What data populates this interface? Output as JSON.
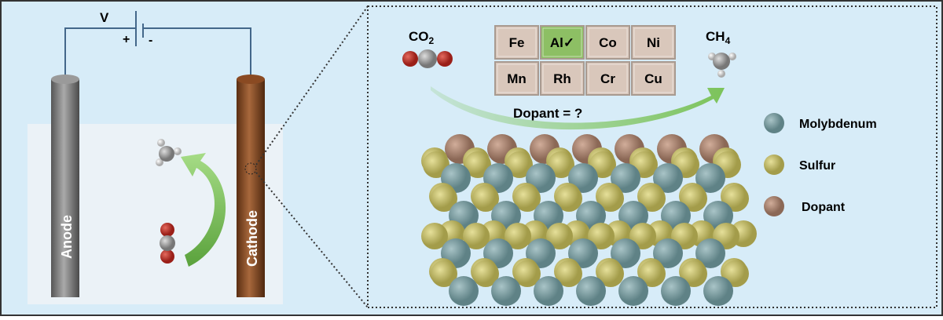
{
  "circuit": {
    "voltage_label": "V",
    "plus": "+",
    "minus": "-"
  },
  "electrodes": {
    "anode": "Anode",
    "cathode": "Cathode"
  },
  "reaction": {
    "reactant": {
      "base": "CO",
      "sub": "2"
    },
    "product": {
      "base": "CH",
      "sub": "4"
    },
    "question": "Dopant = ?"
  },
  "dopant_grid": [
    {
      "label": "Fe",
      "selected": false
    },
    {
      "label": "Al✓",
      "selected": true
    },
    {
      "label": "Co",
      "selected": false
    },
    {
      "label": "Ni",
      "selected": false
    },
    {
      "label": "Mn",
      "selected": false
    },
    {
      "label": "Rh",
      "selected": false
    },
    {
      "label": "Cr",
      "selected": false
    },
    {
      "label": "Cu",
      "selected": false
    }
  ],
  "legend": [
    {
      "label": "Molybdenum",
      "color": "#7f9ea2"
    },
    {
      "label": "Sulfur",
      "color": "#c3bd6c"
    },
    {
      "label": "Dopant",
      "color": "#ad8b7a"
    }
  ],
  "colors": {
    "background": "#d7ecf8",
    "tile": "#d9c7bb",
    "tile_selected": "#8dbf64",
    "arrow": "#7cc35a"
  }
}
